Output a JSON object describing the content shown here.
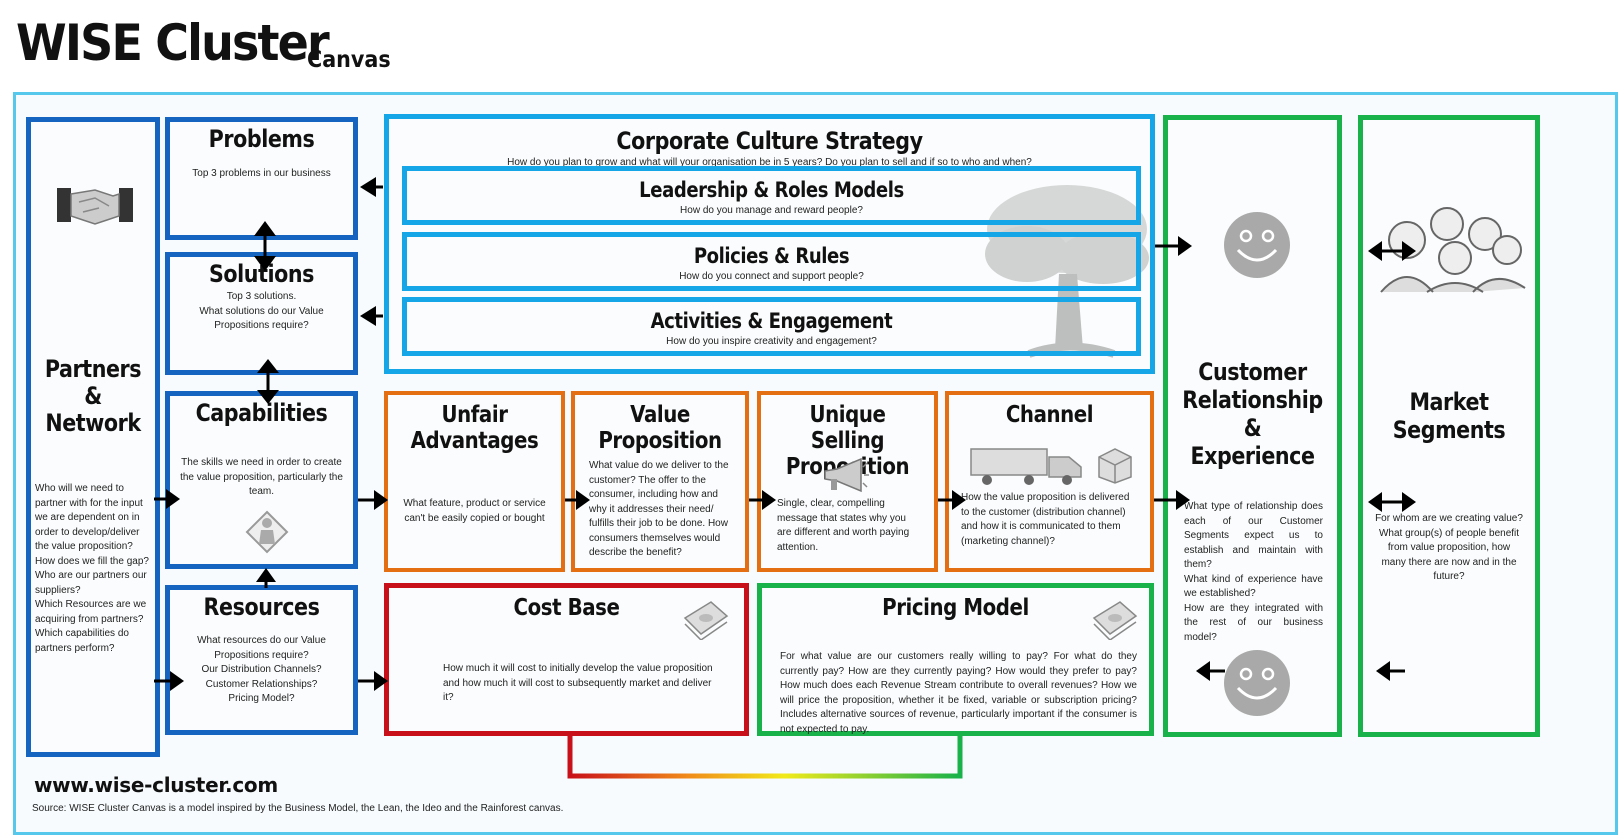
{
  "header": {
    "title": "WISE Cluster",
    "subtitle": "Canvas"
  },
  "partners": {
    "title_l1": "Partners",
    "title_l2": "&",
    "title_l3": "Network",
    "desc": "Who will we need to partner with for the input we  are dependent on in  order to develop/deliver the value proposition? How does we fill the gap?\nWho are our partners our suppliers?\nWhich Resources are we acquiring from partners?\nWhich capabilities do partners perform?"
  },
  "problems": {
    "title": "Problems",
    "desc": "Top 3 problems in our business"
  },
  "solutions": {
    "title": "Solutions",
    "desc": "Top 3 solutions.\nWhat solutions do our Value Propositions require?"
  },
  "capabilities": {
    "title": "Capabilities",
    "desc": "The skills we need in order to create the value proposition, particularly the team."
  },
  "resources": {
    "title": "Resources",
    "desc": "What resources do our Value Propositions require?\nOur Distribution Channels?\nCustomer Relationships?\nPricing Model?"
  },
  "culture": {
    "title": "Corporate Culture Strategy",
    "desc": "How do you plan to grow and what will your organisation be in 5 years? Do you plan to sell and if so to who and when?"
  },
  "leadership": {
    "title": "Leadership & Roles Models",
    "desc": "How do you manage and reward people?"
  },
  "policies": {
    "title": "Policies & Rules",
    "desc": "How do you connect and support people?"
  },
  "activities": {
    "title": "Activities & Engagement",
    "desc": "How do you inspire creativity and engagement?"
  },
  "unfair": {
    "title_l1": "Unfair",
    "title_l2": "Advantages",
    "desc": "What feature, product or service can't be easily copied or bought"
  },
  "value": {
    "title_l1": "Value",
    "title_l2": "Proposition",
    "desc": "What value do we deliver to the customer? The offer to the consumer, including how and why it addresses their need/ fulfills their job to be done. How consumers themselves would describe the benefit?"
  },
  "usp": {
    "title_l1": "Unique Selling",
    "title_l2": "Proposition",
    "desc": "Single, clear, compelling message that states why you are different and worth paying attention."
  },
  "channel": {
    "title": "Channel",
    "desc": "How the value proposition is delivered to the customer (distribution channel) and how it is communicated to them (marketing channel)?"
  },
  "cost": {
    "title": "Cost Base",
    "desc": "How much it will cost to initially develop the value proposition and how much it will cost to subsequently market and deliver it?"
  },
  "pricing": {
    "title": "Pricing Model",
    "desc": "For what value are our customers really willing to pay? For what do they currently pay? How are they currently paying? How would they prefer to pay? How much does each Revenue Stream contribute to overall revenues? How we will price the proposition, whether it be fixed, variable or subscription pricing? Includes alternative sources of revenue, particularly important if the consumer is not expected to pay."
  },
  "relationship": {
    "title_l1": "Customer",
    "title_l2": "Relationship",
    "title_l3": "&",
    "title_l4": "Experience",
    "desc": "What type of relationship does each of our Customer Segments expect us to establish and maintain with them?\nWhat kind of experience have we established?\nHow are they integrated with the rest of our business model?"
  },
  "segments": {
    "title_l1": "Market",
    "title_l2": "Segments",
    "desc": "For whom are we creating value?\nWhat group(s) of people benefit from value proposition, how many there are now and in the future?"
  },
  "footer": {
    "url": "www.wise-cluster.com",
    "source": "Source: WISE Cluster Canvas is a model inspired by the Business Model, the Lean, the Ideo and the Rainforest canvas."
  },
  "colors": {
    "dark_blue": "#1565c0",
    "light_blue": "#14a6e6",
    "orange": "#e46f12",
    "green": "#18b14a",
    "red": "#c8101a",
    "frame": "#55c8ec"
  }
}
